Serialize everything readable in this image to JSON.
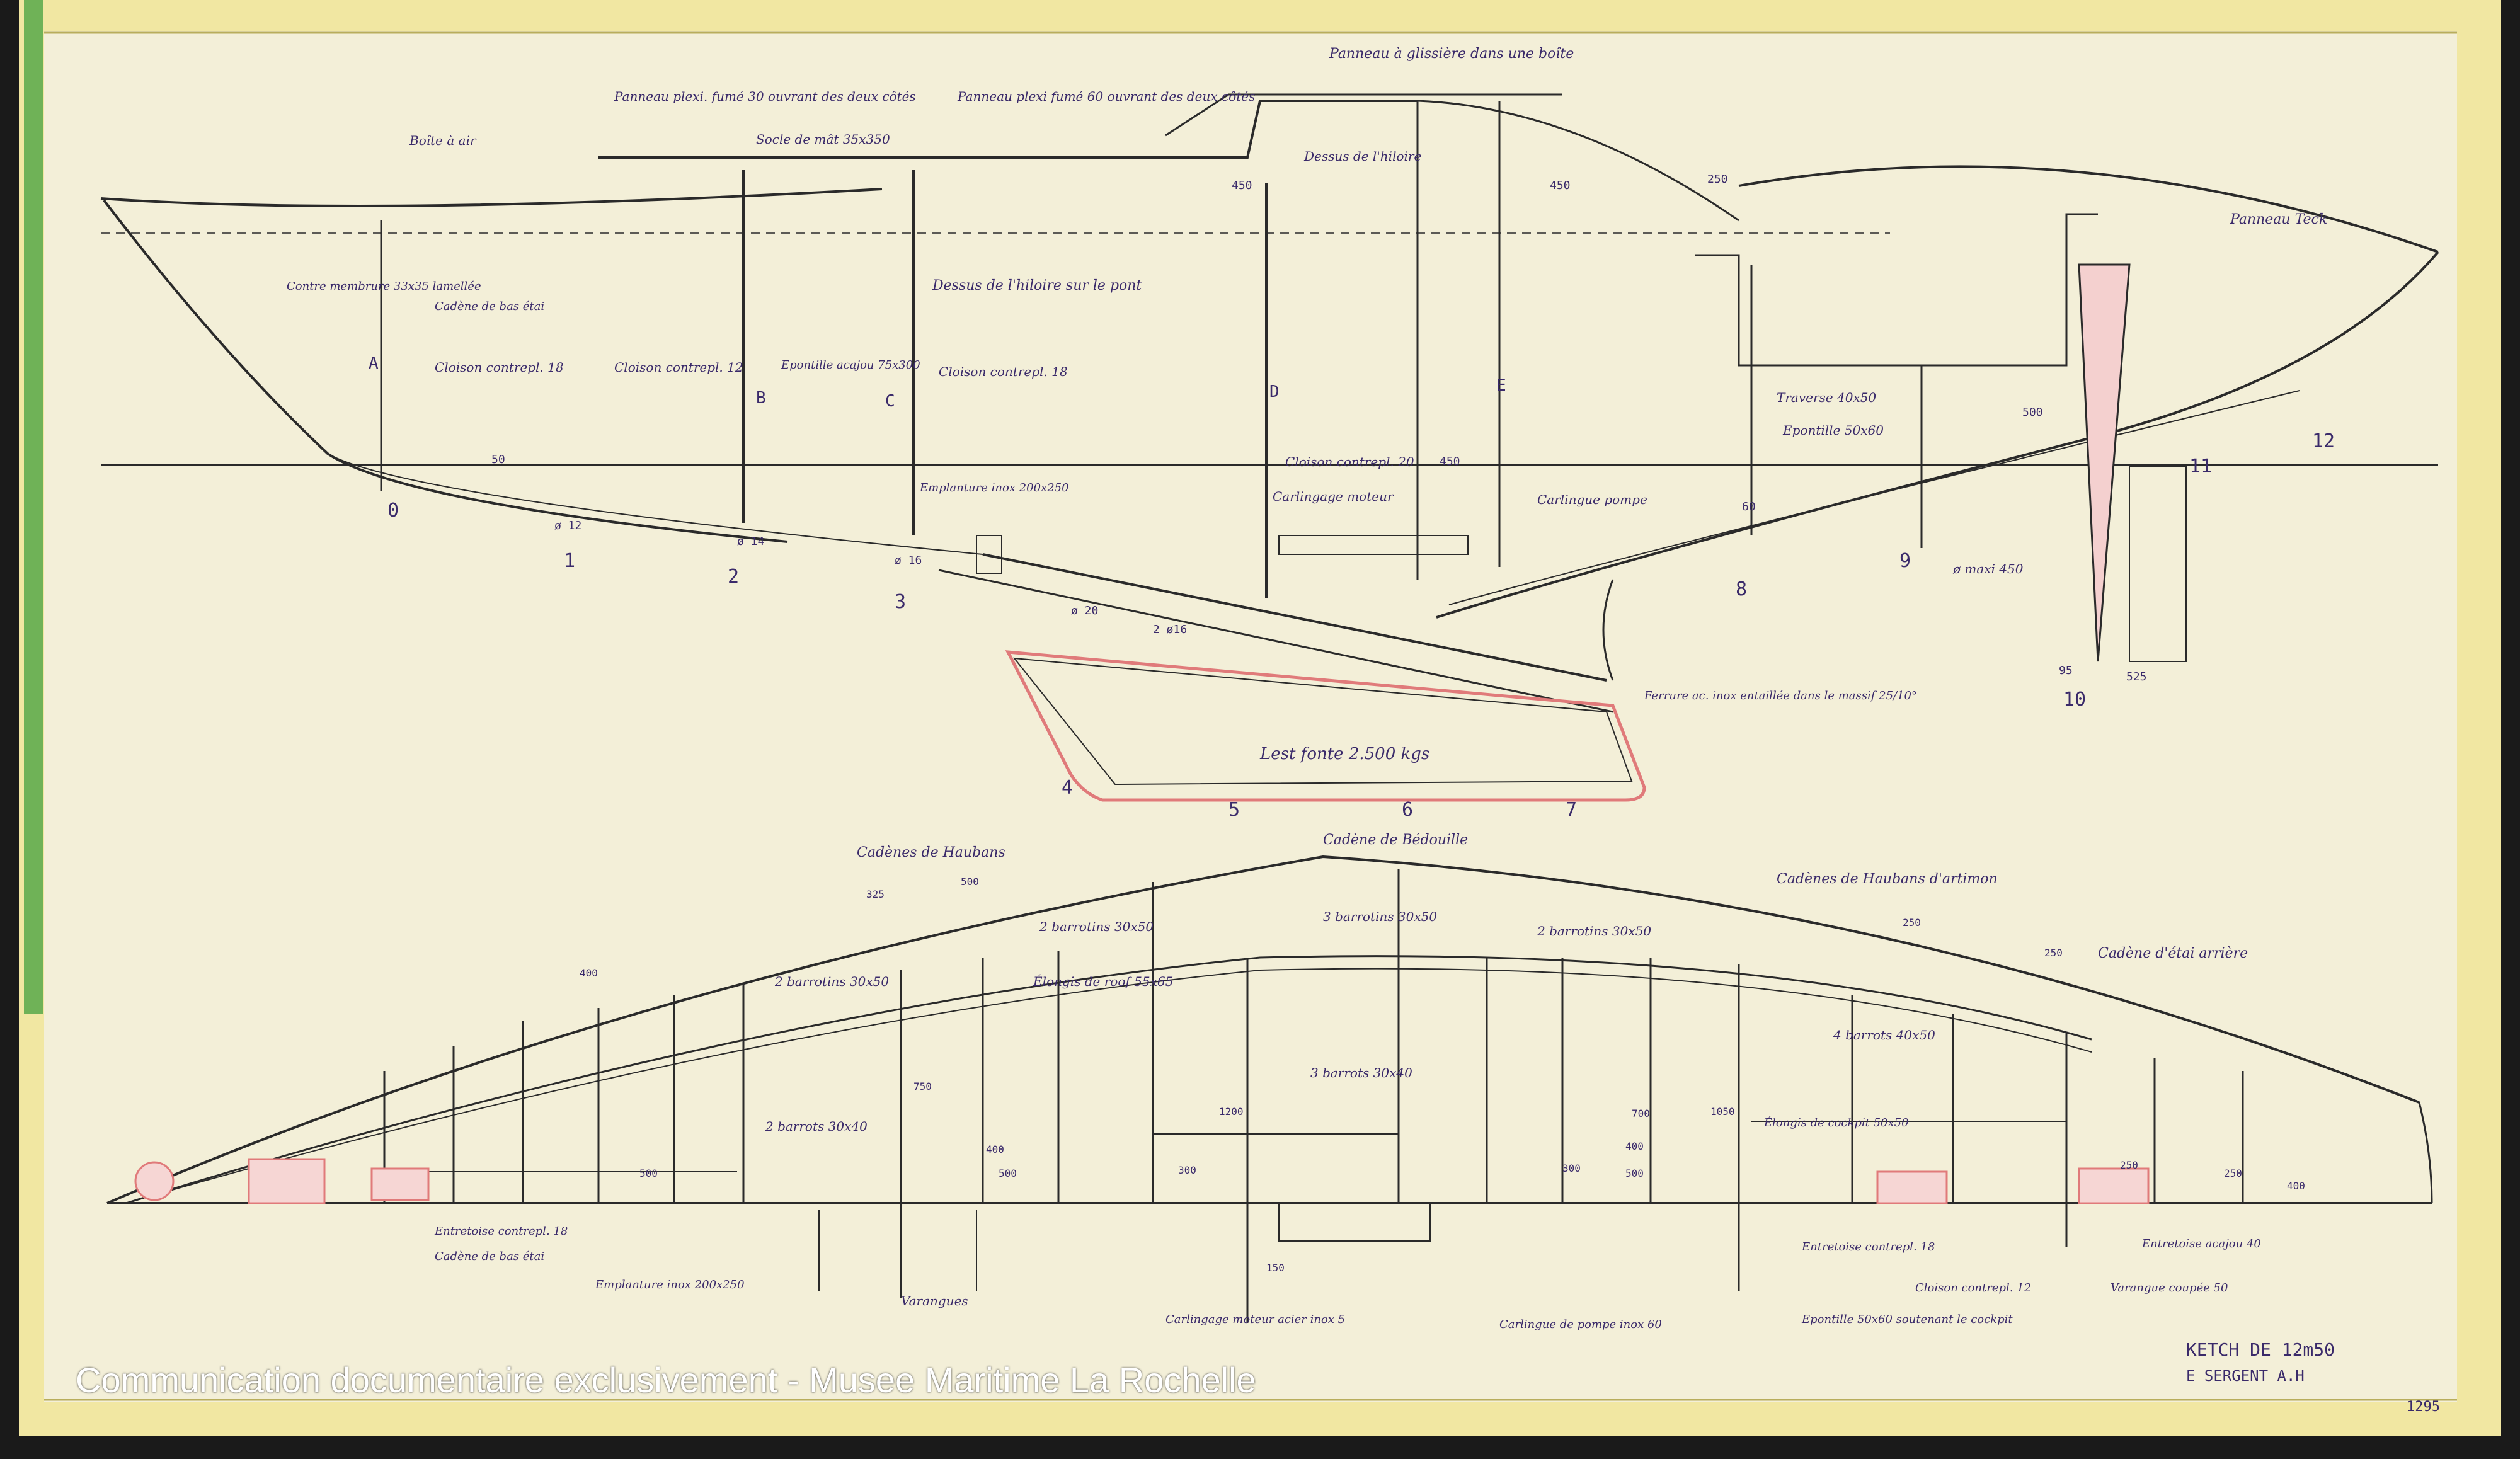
{
  "watermark": "Communication documentaire exclusivement - Musee Maritime La Rochelle",
  "title_block": {
    "line1": "KETCH DE 12m50",
    "line2": "E SERGENT A.H",
    "ref": "1295"
  },
  "colors": {
    "paper": "#f3efd8",
    "tape_yellow": "#f1e7a2",
    "tape_green": "#6fb257",
    "ink": "#2a2a2a",
    "pencil_red": "#e07a7a",
    "handwriting": "#3a2a6a"
  },
  "profile": {
    "frame_numbers": [
      "0",
      "1",
      "2",
      "3",
      "4",
      "5",
      "6",
      "7",
      "8",
      "9",
      "10",
      "11",
      "12"
    ],
    "frame_letters": [
      "A",
      "B",
      "C",
      "D",
      "E"
    ],
    "annotations": [
      "Panneau à glissière dans une boîte",
      "Panneau plexi. fumé 30 ouvrant des deux côtés",
      "Socle de mât 35x350",
      "Panneau plexi fumé 60 ouvrant des deux côtés",
      "Boîte à air",
      "Dessus de l'hiloire",
      "Dessus de l'hiloire sur le pont",
      "Contre membrure 33x35 lamellée",
      "Cadène de bas étai",
      "Cloison contrepl. 18",
      "Cloison contrepl. 12",
      "Epontille acajou 75x300",
      "Cloison contrepl. 18",
      "Emplanture inox 200x250",
      "Cloison contrepl. 20",
      "Carlingage moteur",
      "Carlingue pompe",
      "Traverse 40x50",
      "Epontille 50x60",
      "Panneau Teck",
      "Lest fonte 2.500 kgs",
      "Ferrure ac. inox entaillée dans le massif 25/10°",
      "ø maxi 450"
    ],
    "dims": [
      "450",
      "450",
      "450",
      "250",
      "500",
      "525",
      "95",
      "50",
      "60",
      "2 ø16",
      "ø 12",
      "ø 14",
      "ø 16",
      "ø 20"
    ]
  },
  "plan": {
    "annotations": [
      "Cadènes de Haubans",
      "Cadène de Bédouille",
      "Cadènes de Haubans d'artimon",
      "Cadène d'étai arrière",
      "2 barrotins 30x50",
      "3 barrotins 30x50",
      "2 barrotins 30x50",
      "2 barrotins 30x50",
      "Élongis de roof 55x65",
      "2 barrots 30x40",
      "3 barrots 30x40",
      "4 barrots 40x50",
      "Élongis de cockpit 50x50",
      "Entretoise contrepl. 18",
      "Cadène de bas étai",
      "Emplanture inox 200x250",
      "Varangues",
      "Carlingage moteur acier inox 5",
      "Carlingue de pompe inox 60",
      "Epontille 50x60 soutenant le cockpit",
      "Entretoise contrepl. 18",
      "Cloison contrepl. 12",
      "Entretoise acajou 40",
      "Varangue coupée 50"
    ],
    "dims": [
      "325",
      "500",
      "250",
      "250",
      "400",
      "500",
      "500",
      "400",
      "300",
      "150",
      "300",
      "500",
      "400",
      "750",
      "1200",
      "1050",
      "700",
      "250",
      "250",
      "400"
    ]
  }
}
